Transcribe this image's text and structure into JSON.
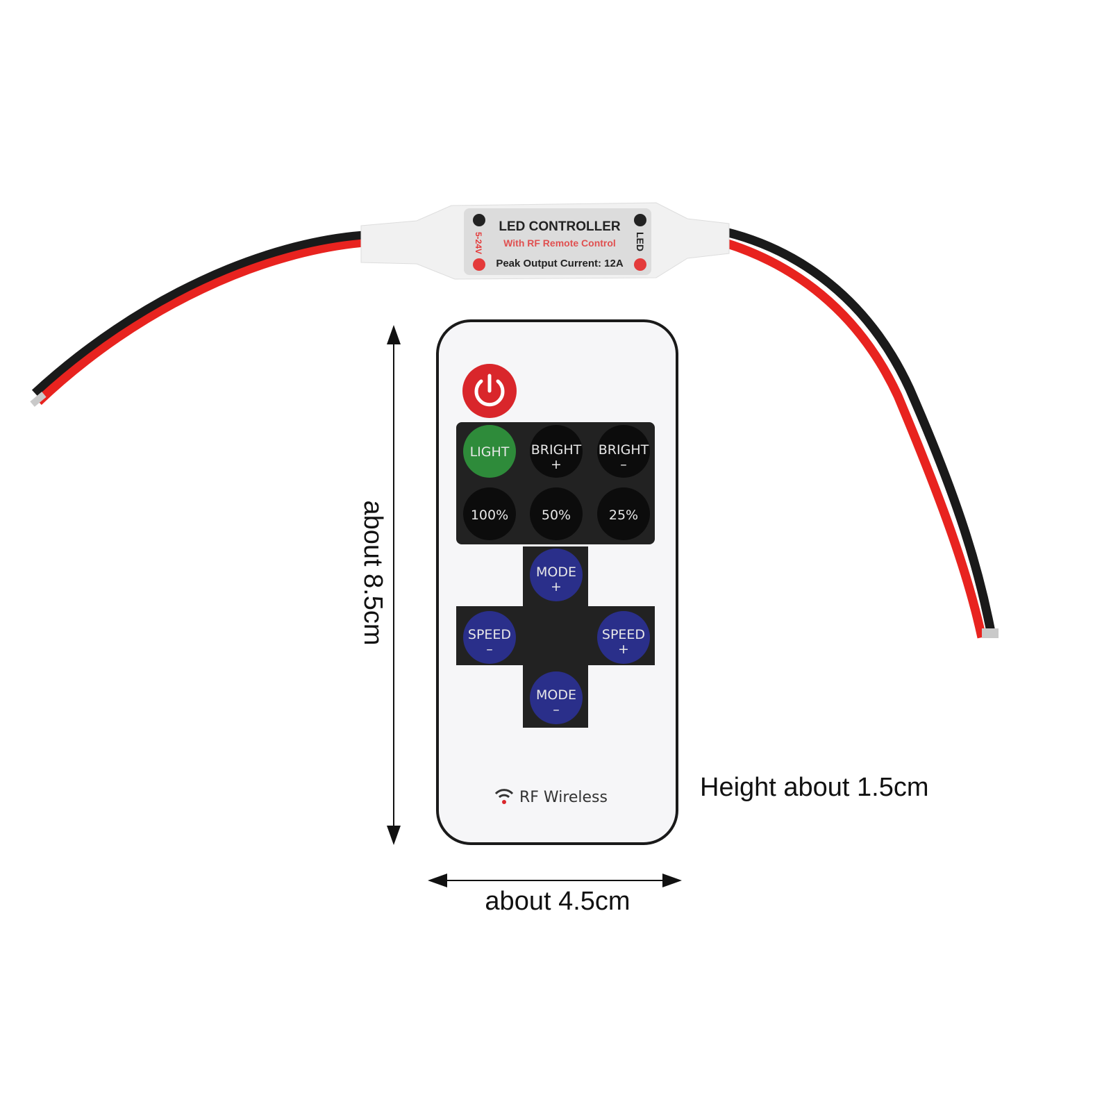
{
  "controller": {
    "title": "LED CONTROLLER",
    "subtitle": "With RF Remote Control",
    "current": "Peak Output Current: 12A",
    "input_label": "5-24V",
    "output_label": "LED"
  },
  "remote": {
    "buttons": {
      "light": "LIGHT",
      "bright_plus": [
        "BRIGHT",
        "+"
      ],
      "bright_minus": [
        "BRIGHT",
        "–"
      ],
      "p100": "100%",
      "p50": "50%",
      "p25": "25%",
      "mode_plus": [
        "MODE",
        "+"
      ],
      "mode_minus": [
        "MODE",
        "–"
      ],
      "speed_minus": [
        "SPEED",
        "–"
      ],
      "speed_plus": [
        "SPEED",
        "+"
      ]
    },
    "footer": "RF Wireless"
  },
  "dimensions": {
    "length": "about 8.5cm",
    "width": "about 4.5cm",
    "height": "Height about 1.5cm"
  },
  "colors": {
    "power": "#d9262b",
    "light": "#2e8b3a",
    "blue": "#2a2f8a",
    "wire_red": "#e8231f",
    "wire_black": "#1a1a1a"
  }
}
